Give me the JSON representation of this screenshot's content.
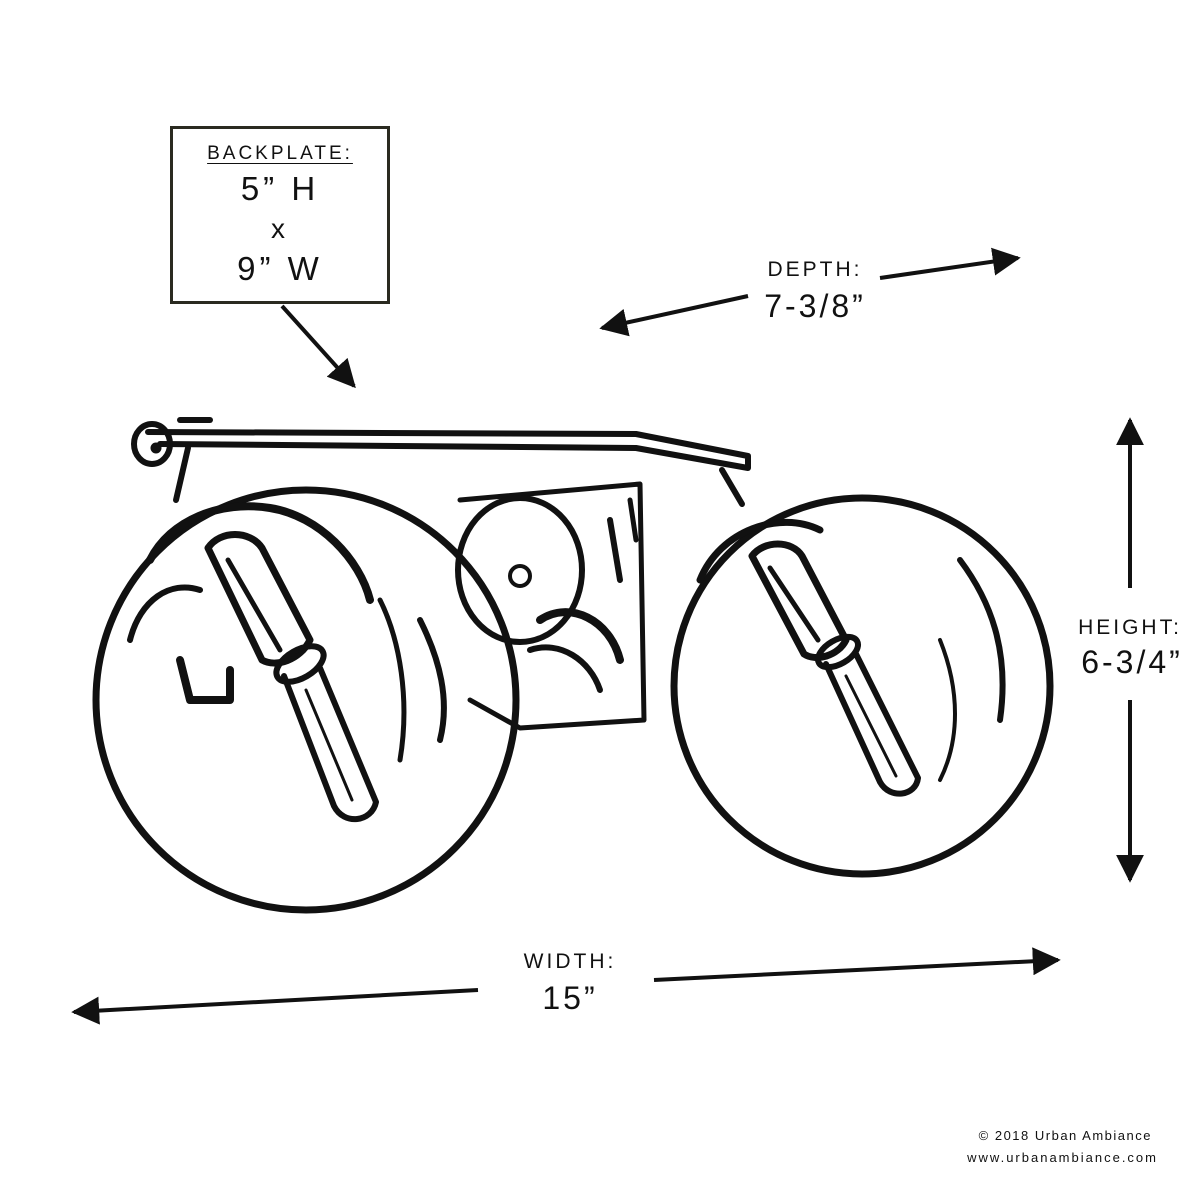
{
  "backplate": {
    "heading": "BACKPLATE:",
    "height": "5” H",
    "separator": "x",
    "width": "9” W"
  },
  "dimensions": {
    "depth": {
      "label": "DEPTH:",
      "value": "7-3/8”"
    },
    "height": {
      "label": "HEIGHT:",
      "value": "6-3/4”"
    },
    "width": {
      "label": "WIDTH:",
      "value": "15”"
    }
  },
  "footer": {
    "copyright": "© 2018 Urban Ambiance",
    "website": "www.urbanambiance.com"
  },
  "colors": {
    "line": "#111111",
    "box_border": "#2a2a20",
    "background": "#ffffff"
  }
}
